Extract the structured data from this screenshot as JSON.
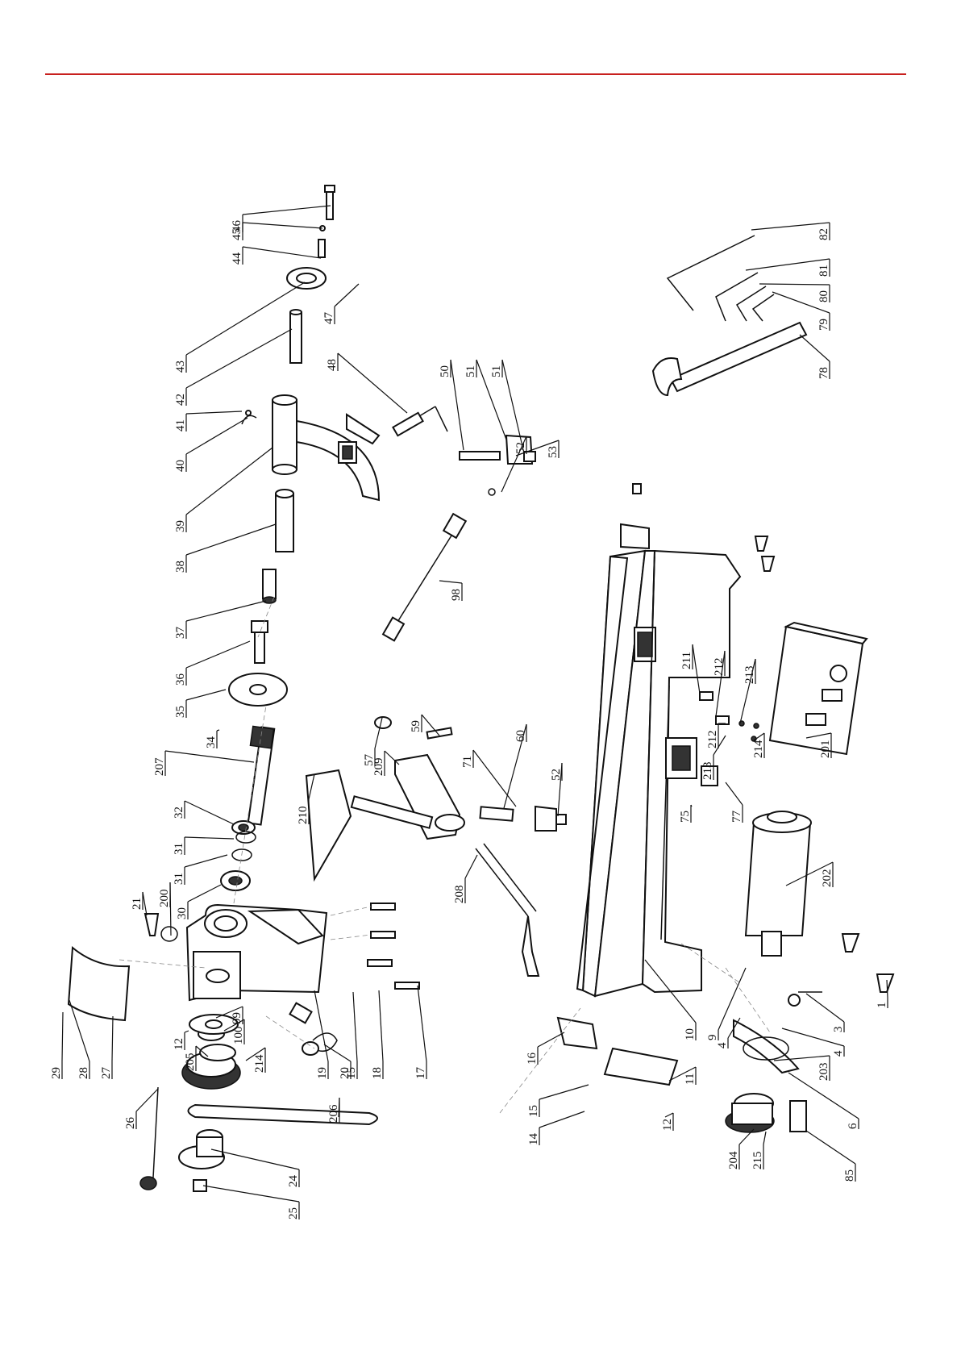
{
  "page": {
    "rule_color": "#c8201e",
    "ink_color": "#111111"
  },
  "diagram": {
    "callouts": [
      "1",
      "3",
      "4",
      "4",
      "6",
      "9",
      "10",
      "11",
      "12",
      "12",
      "14",
      "15",
      "15",
      "16",
      "17",
      "18",
      "19",
      "20",
      "21",
      "24",
      "25",
      "26",
      "27",
      "28",
      "29",
      "30",
      "31",
      "31",
      "32",
      "34",
      "35",
      "36",
      "37",
      "38",
      "39",
      "40",
      "41",
      "42",
      "43",
      "44",
      "45",
      "46",
      "47",
      "48",
      "50",
      "51",
      "51",
      "52",
      "52",
      "53",
      "57",
      "59",
      "60",
      "71",
      "75",
      "77",
      "78",
      "79",
      "80",
      "81",
      "82",
      "85",
      "98",
      "99",
      "100",
      "200",
      "201",
      "202",
      "203",
      "204",
      "205",
      "206",
      "207",
      "208",
      "209",
      "210",
      "211",
      "212",
      "212",
      "213",
      "213",
      "214",
      "214",
      "215"
    ]
  }
}
